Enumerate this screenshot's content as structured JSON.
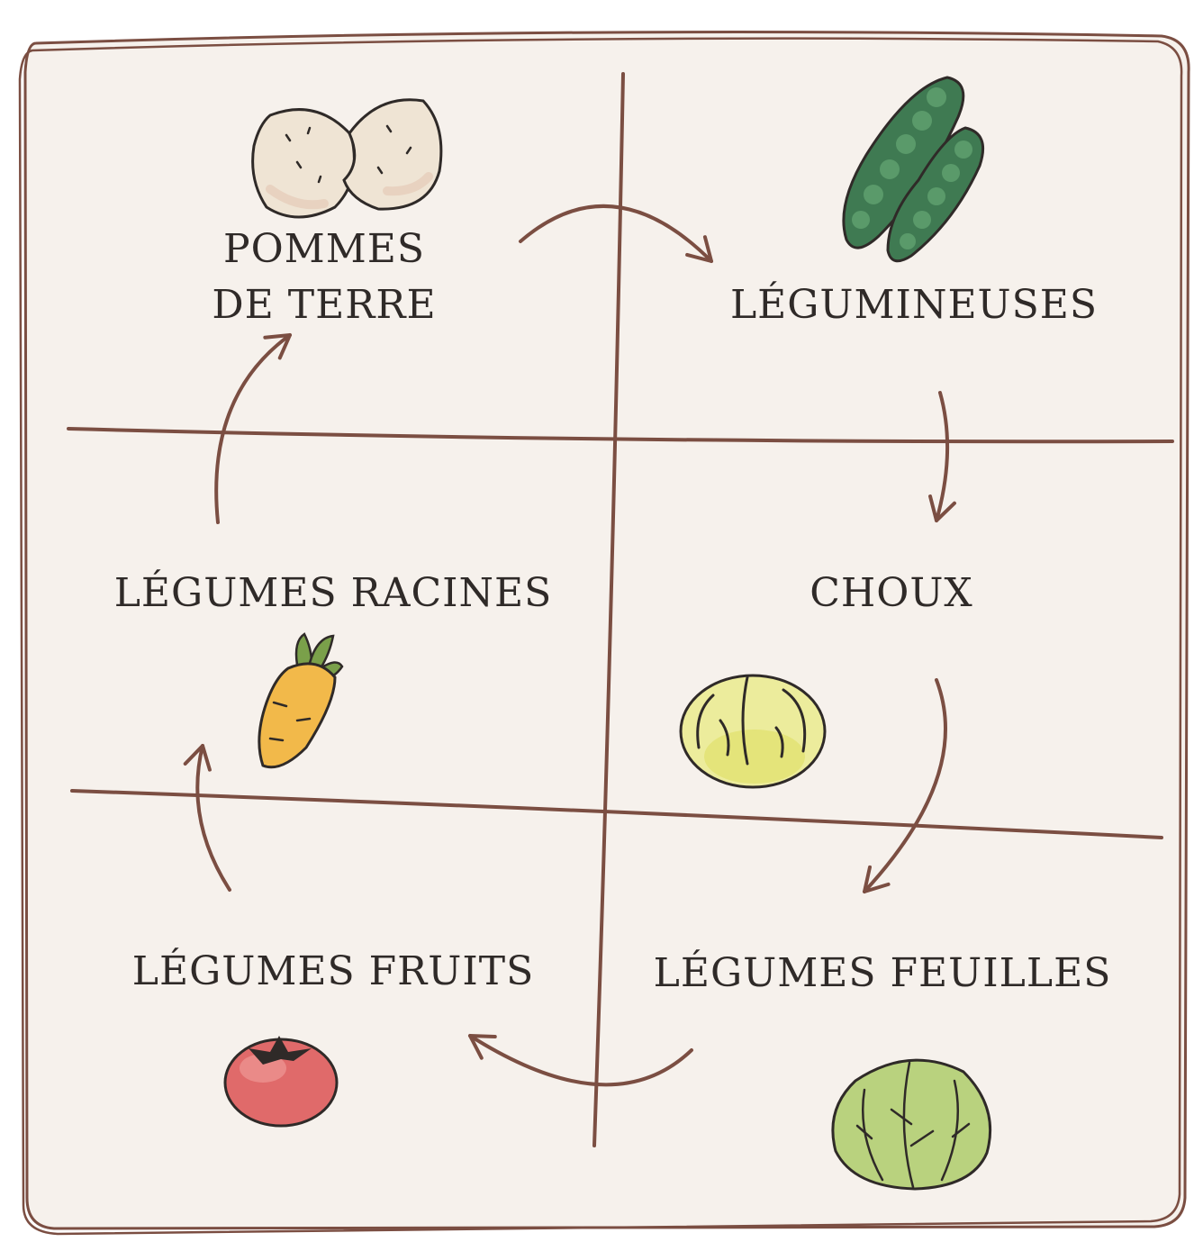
{
  "colors": {
    "paper": "#f6f1ec",
    "line": "#7b4e42",
    "ink": "#2f2a28"
  },
  "quadrants": {
    "pommes_de_terre": {
      "line1": "POMMES",
      "line2": "DE TERRE",
      "icon": "potato-icon"
    },
    "legumineuses": {
      "label": "LÉGUMINEUSES",
      "icon": "pea-pod-icon"
    },
    "legumes_racines": {
      "label": "LÉGUMES RACINES",
      "icon": "carrot-icon"
    },
    "choux": {
      "label": "CHOUX",
      "icon": "cabbage-icon"
    },
    "legumes_fruits": {
      "label": "LÉGUMES FRUITS",
      "icon": "tomato-icon"
    },
    "legumes_feuilles": {
      "label": "LÉGUMES FEUILLES",
      "icon": "lettuce-icon"
    }
  }
}
